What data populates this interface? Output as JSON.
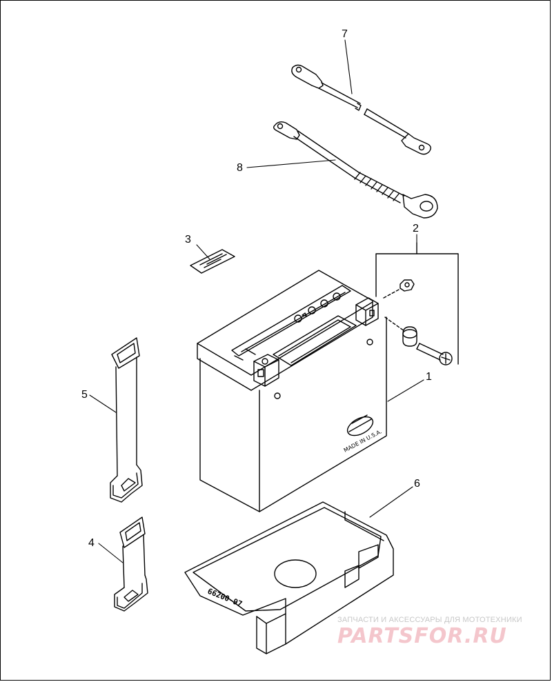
{
  "callouts": {
    "c1": "1",
    "c2": "2",
    "c3": "3",
    "c4": "4",
    "c5": "5",
    "c6": "6",
    "c7": "7",
    "c8": "8"
  },
  "battery": {
    "made_in": "MADE IN U.S.A."
  },
  "tray": {
    "part_code": "66200-97"
  },
  "watermark": {
    "tagline": "ЗАПЧАСТИ И АКСЕССУАРЫ ДЛЯ МОТОТЕХНИКИ",
    "logo": "PARTSFOR.RU"
  }
}
